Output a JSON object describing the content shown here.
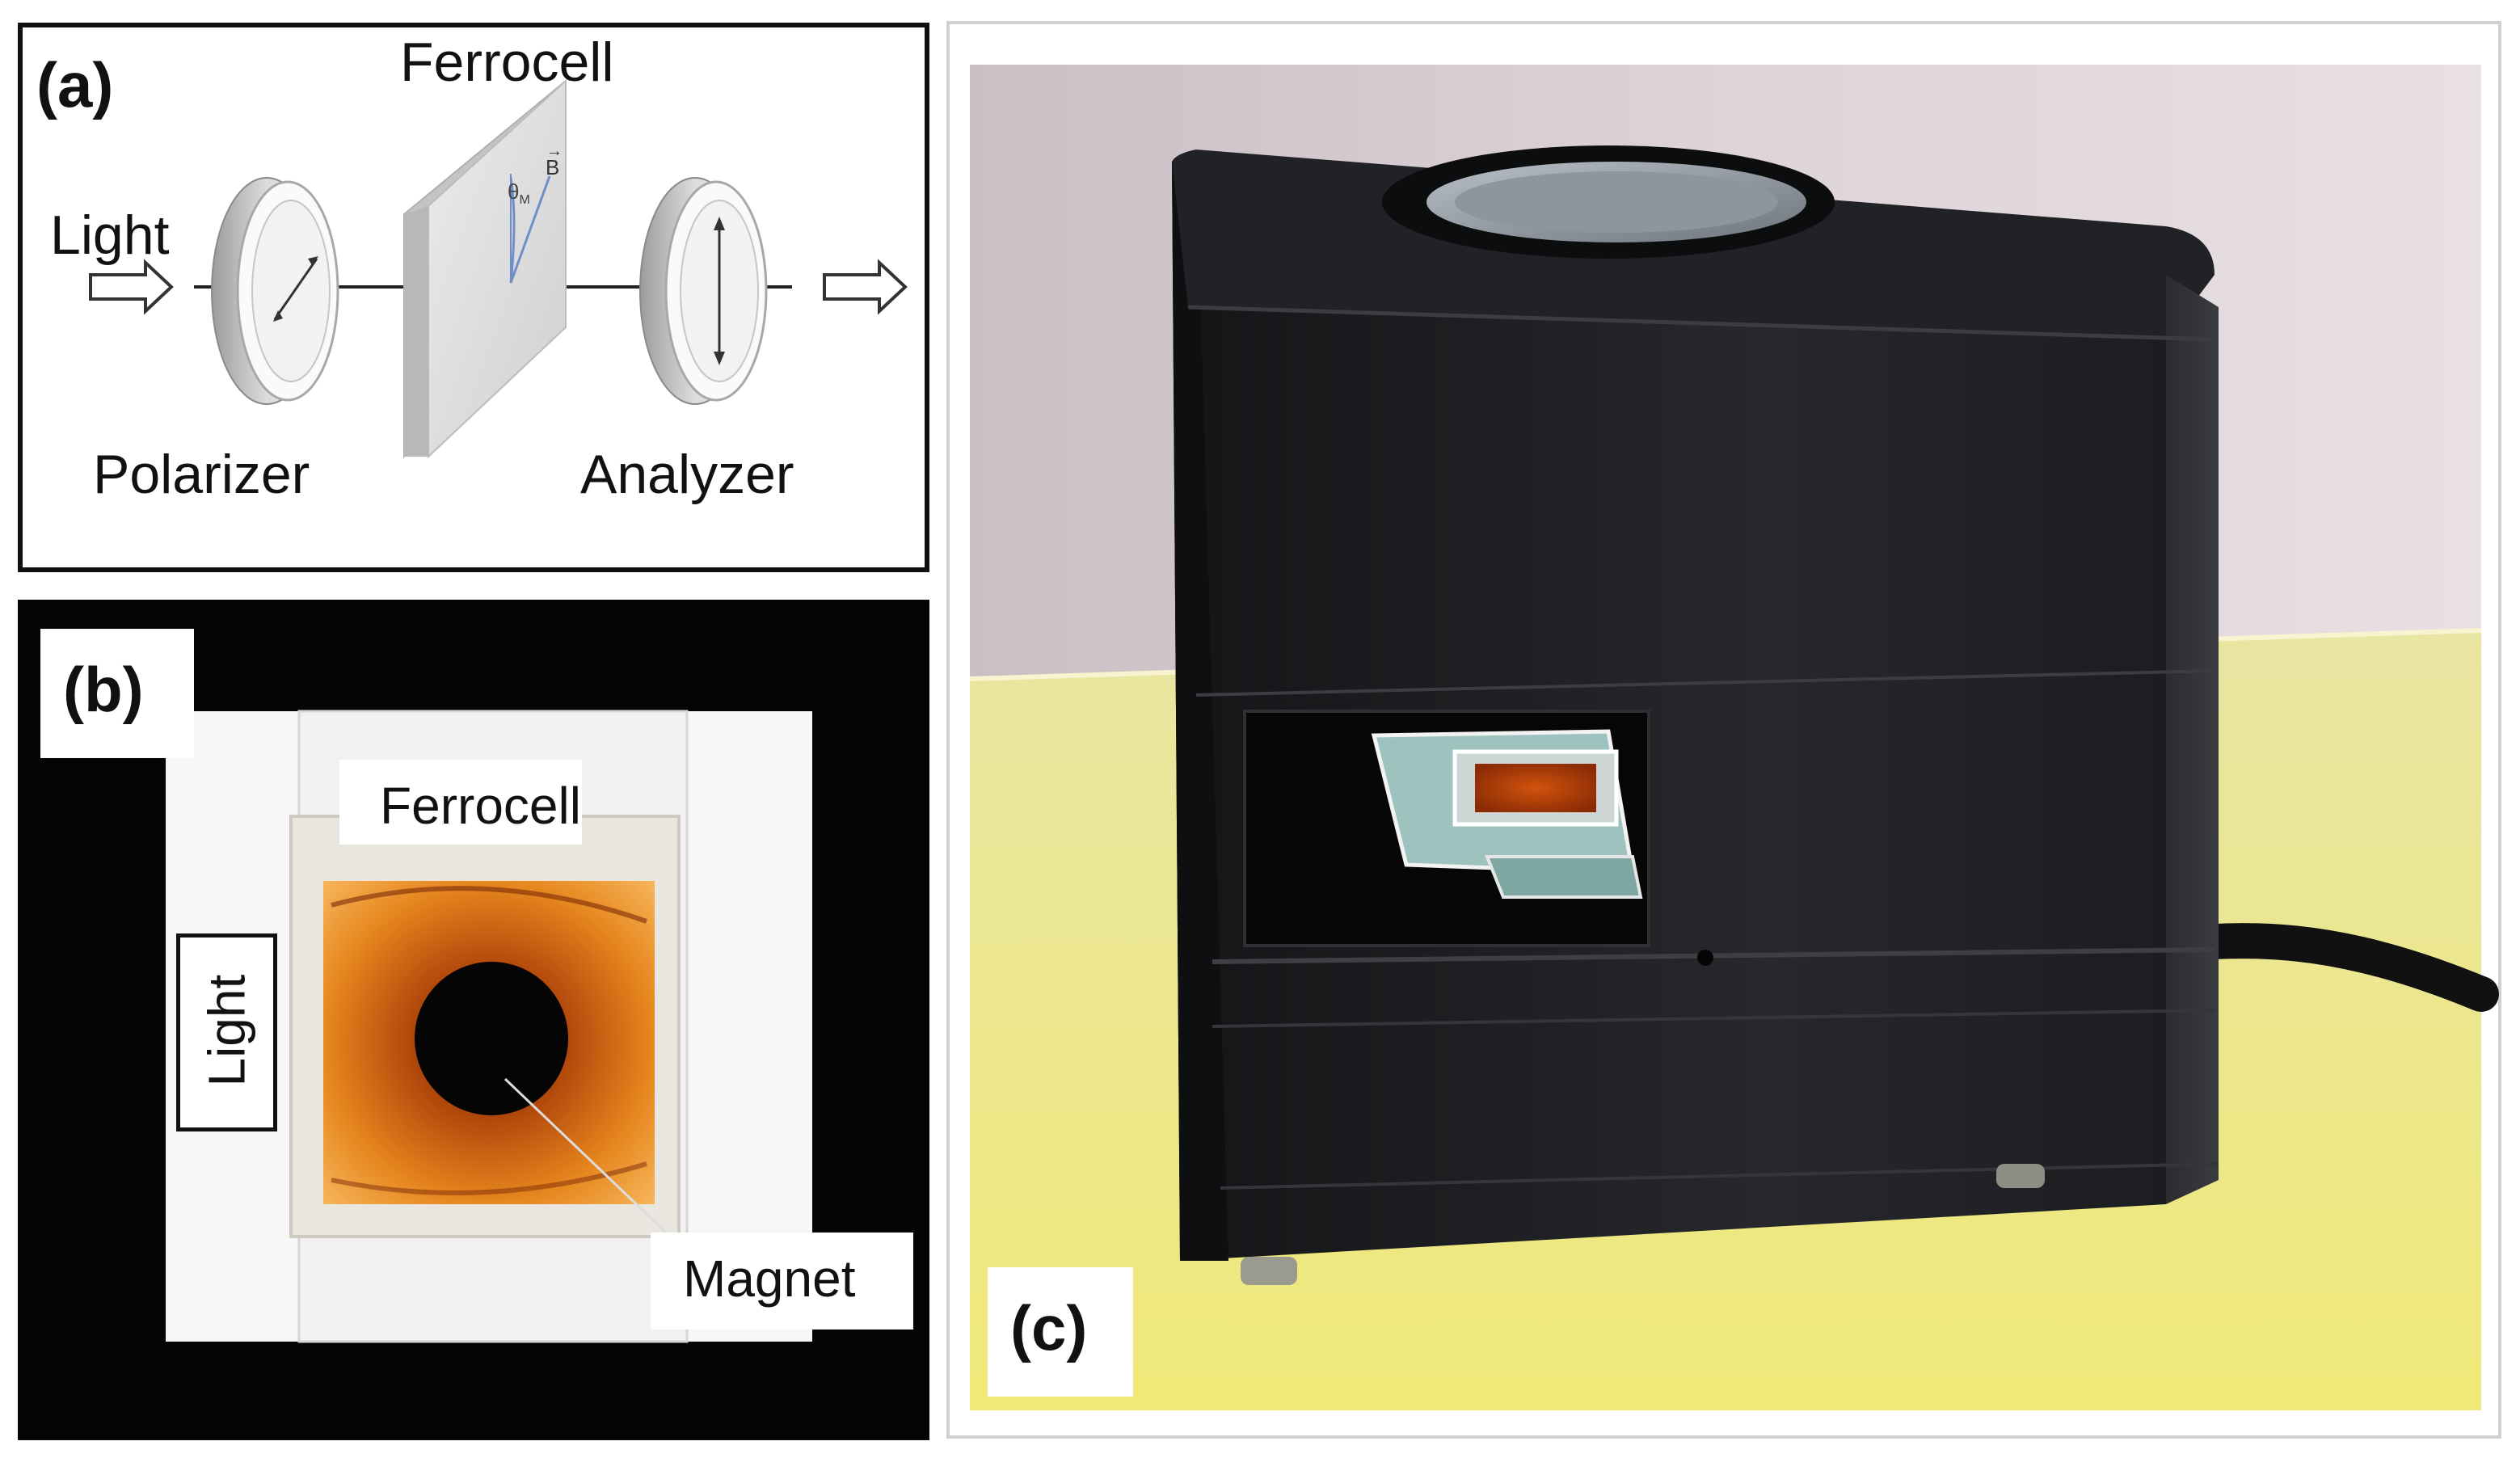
{
  "panel_a": {
    "letter": "(a)",
    "ferrocell": "Ferrocell",
    "light": "Light",
    "polarizer": "Polarizer",
    "analyzer": "Analyzer",
    "theta": "θ",
    "theta_sub": "M",
    "b_vector": "B"
  },
  "panel_b": {
    "letter": "(b)",
    "ferrocell": "Ferrocell",
    "light": "Light",
    "magnet": "Magnet"
  },
  "panel_c": {
    "letter": "(c)"
  },
  "colors": {
    "frame": "#111111",
    "wall": "#d9cfd4",
    "table": "#ece88a",
    "box": "#1d1f22",
    "ferrofluid_orange": "#e36a12"
  }
}
